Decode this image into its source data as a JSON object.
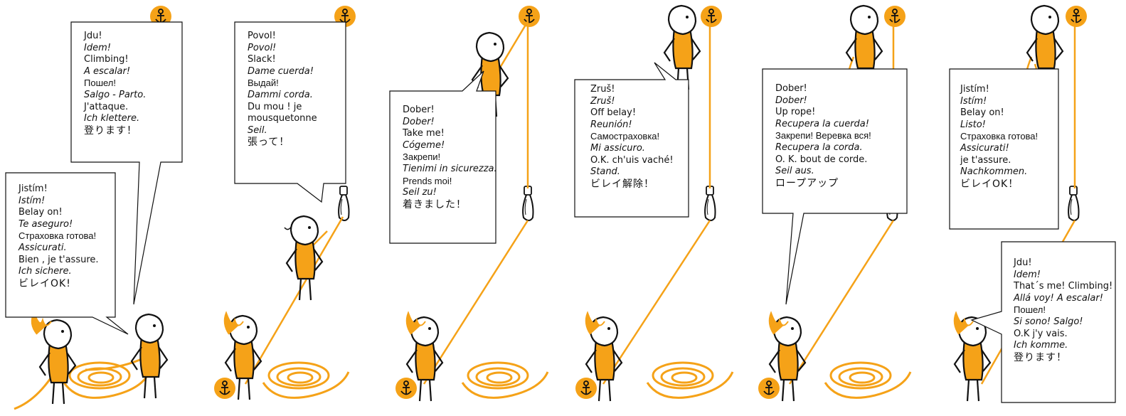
{
  "colors": {
    "accent": "#f5a218",
    "ink": "#111111",
    "paper": "#ffffff"
  },
  "icons": [
    "anchor-icon",
    "carabiner-icon",
    "climber-figure",
    "rope-coil"
  ],
  "bubbles": [
    {
      "id": "p1-right",
      "lines": [
        {
          "t": "Jdu!",
          "s": "n"
        },
        {
          "t": "Idem!",
          "s": "i"
        },
        {
          "t": "Climbing!",
          "s": "n"
        },
        {
          "t": "A escalar!",
          "s": "i"
        },
        {
          "t": "Пошел!",
          "s": "c"
        },
        {
          "t": "Salgo - Parto.",
          "s": "i"
        },
        {
          "t": "J'attaque.",
          "s": "n"
        },
        {
          "t": "Ich klettere.",
          "s": "i"
        },
        {
          "t": "登ります！",
          "s": "j"
        }
      ]
    },
    {
      "id": "p1-left",
      "lines": [
        {
          "t": "Jistím!",
          "s": "n"
        },
        {
          "t": "Istím!",
          "s": "i"
        },
        {
          "t": "Belay on!",
          "s": "n"
        },
        {
          "t": "Te aseguro!",
          "s": "i"
        },
        {
          "t": "Страховка готова!",
          "s": "c"
        },
        {
          "t": "Assicurati.",
          "s": "i"
        },
        {
          "t": "Bien , je t'assure.",
          "s": "n"
        },
        {
          "t": "Ich sichere.",
          "s": "i"
        },
        {
          "t": "ビレイOK!",
          "s": "j"
        }
      ]
    },
    {
      "id": "p2",
      "lines": [
        {
          "t": "Povol!",
          "s": "n"
        },
        {
          "t": "Povol!",
          "s": "i"
        },
        {
          "t": "Slack!",
          "s": "n"
        },
        {
          "t": "Dame cuerda!",
          "s": "i"
        },
        {
          "t": "Выдай!",
          "s": "c"
        },
        {
          "t": "Dammi corda.",
          "s": "i"
        },
        {
          "t": "Du mou ! je",
          "s": "n"
        },
        {
          "t": "mousquetonne",
          "s": "n"
        },
        {
          "t": "Seil.",
          "s": "i"
        },
        {
          "t": "張って！",
          "s": "j"
        }
      ]
    },
    {
      "id": "p3",
      "lines": [
        {
          "t": "Dober!",
          "s": "n"
        },
        {
          "t": "Dober!",
          "s": "i"
        },
        {
          "t": "Take me!",
          "s": "n"
        },
        {
          "t": "Cógeme!",
          "s": "i"
        },
        {
          "t": "Закрепи!",
          "s": "c"
        },
        {
          "t": "Tienimi in sicurezza.",
          "s": "i"
        },
        {
          "t": "Prends moi!",
          "s": "c"
        },
        {
          "t": "Seil zu!",
          "s": "i"
        },
        {
          "t": "着きました！",
          "s": "j"
        }
      ]
    },
    {
      "id": "p4",
      "lines": [
        {
          "t": "Zruš!",
          "s": "n"
        },
        {
          "t": "Zruš!",
          "s": "i"
        },
        {
          "t": "Off belay!",
          "s": "n"
        },
        {
          "t": "Reunión!",
          "s": "i"
        },
        {
          "t": "Самостраховка!",
          "s": "c"
        },
        {
          "t": "Mi assicuro.",
          "s": "i"
        },
        {
          "t": "O.K. ch'uis vaché!",
          "s": "n"
        },
        {
          "t": "Stand.",
          "s": "i"
        },
        {
          "t": "ビレイ解除！",
          "s": "j"
        }
      ]
    },
    {
      "id": "p5",
      "lines": [
        {
          "t": "Dober!",
          "s": "n"
        },
        {
          "t": "Dober!",
          "s": "i"
        },
        {
          "t": "Up rope!",
          "s": "n"
        },
        {
          "t": "Recupera la cuerda!",
          "s": "i"
        },
        {
          "t": "Закрепи! Веревка вся!",
          "s": "c"
        },
        {
          "t": "Recupera la corda.",
          "s": "i"
        },
        {
          "t": "O. K. bout de corde.",
          "s": "n"
        },
        {
          "t": "Seil aus.",
          "s": "i"
        },
        {
          "t": "ロープアップ",
          "s": "j"
        }
      ]
    },
    {
      "id": "p6-top",
      "lines": [
        {
          "t": "Jistím!",
          "s": "n"
        },
        {
          "t": "Istím!",
          "s": "i"
        },
        {
          "t": "Belay on!",
          "s": "n"
        },
        {
          "t": "Listo!",
          "s": "i"
        },
        {
          "t": "Страховка готова!",
          "s": "c"
        },
        {
          "t": "Assicurati!",
          "s": "i"
        },
        {
          "t": "je t'assure.",
          "s": "n"
        },
        {
          "t": "Nachkommen.",
          "s": "i"
        },
        {
          "t": "ビレイOK！",
          "s": "j"
        }
      ]
    },
    {
      "id": "p6-bottom",
      "lines": [
        {
          "t": "Jdu!",
          "s": "n"
        },
        {
          "t": "Idem!",
          "s": "i"
        },
        {
          "t": "That´s me! Climbing!",
          "s": "n"
        },
        {
          "t": "Allá voy! A escalar!",
          "s": "i"
        },
        {
          "t": "Пошел!",
          "s": "c"
        },
        {
          "t": "Si sono! Salgo!",
          "s": "i"
        },
        {
          "t": "O.K j'y vais.",
          "s": "n"
        },
        {
          "t": "Ich komme.",
          "s": "i"
        },
        {
          "t": "登ります！",
          "s": "j"
        }
      ]
    }
  ]
}
